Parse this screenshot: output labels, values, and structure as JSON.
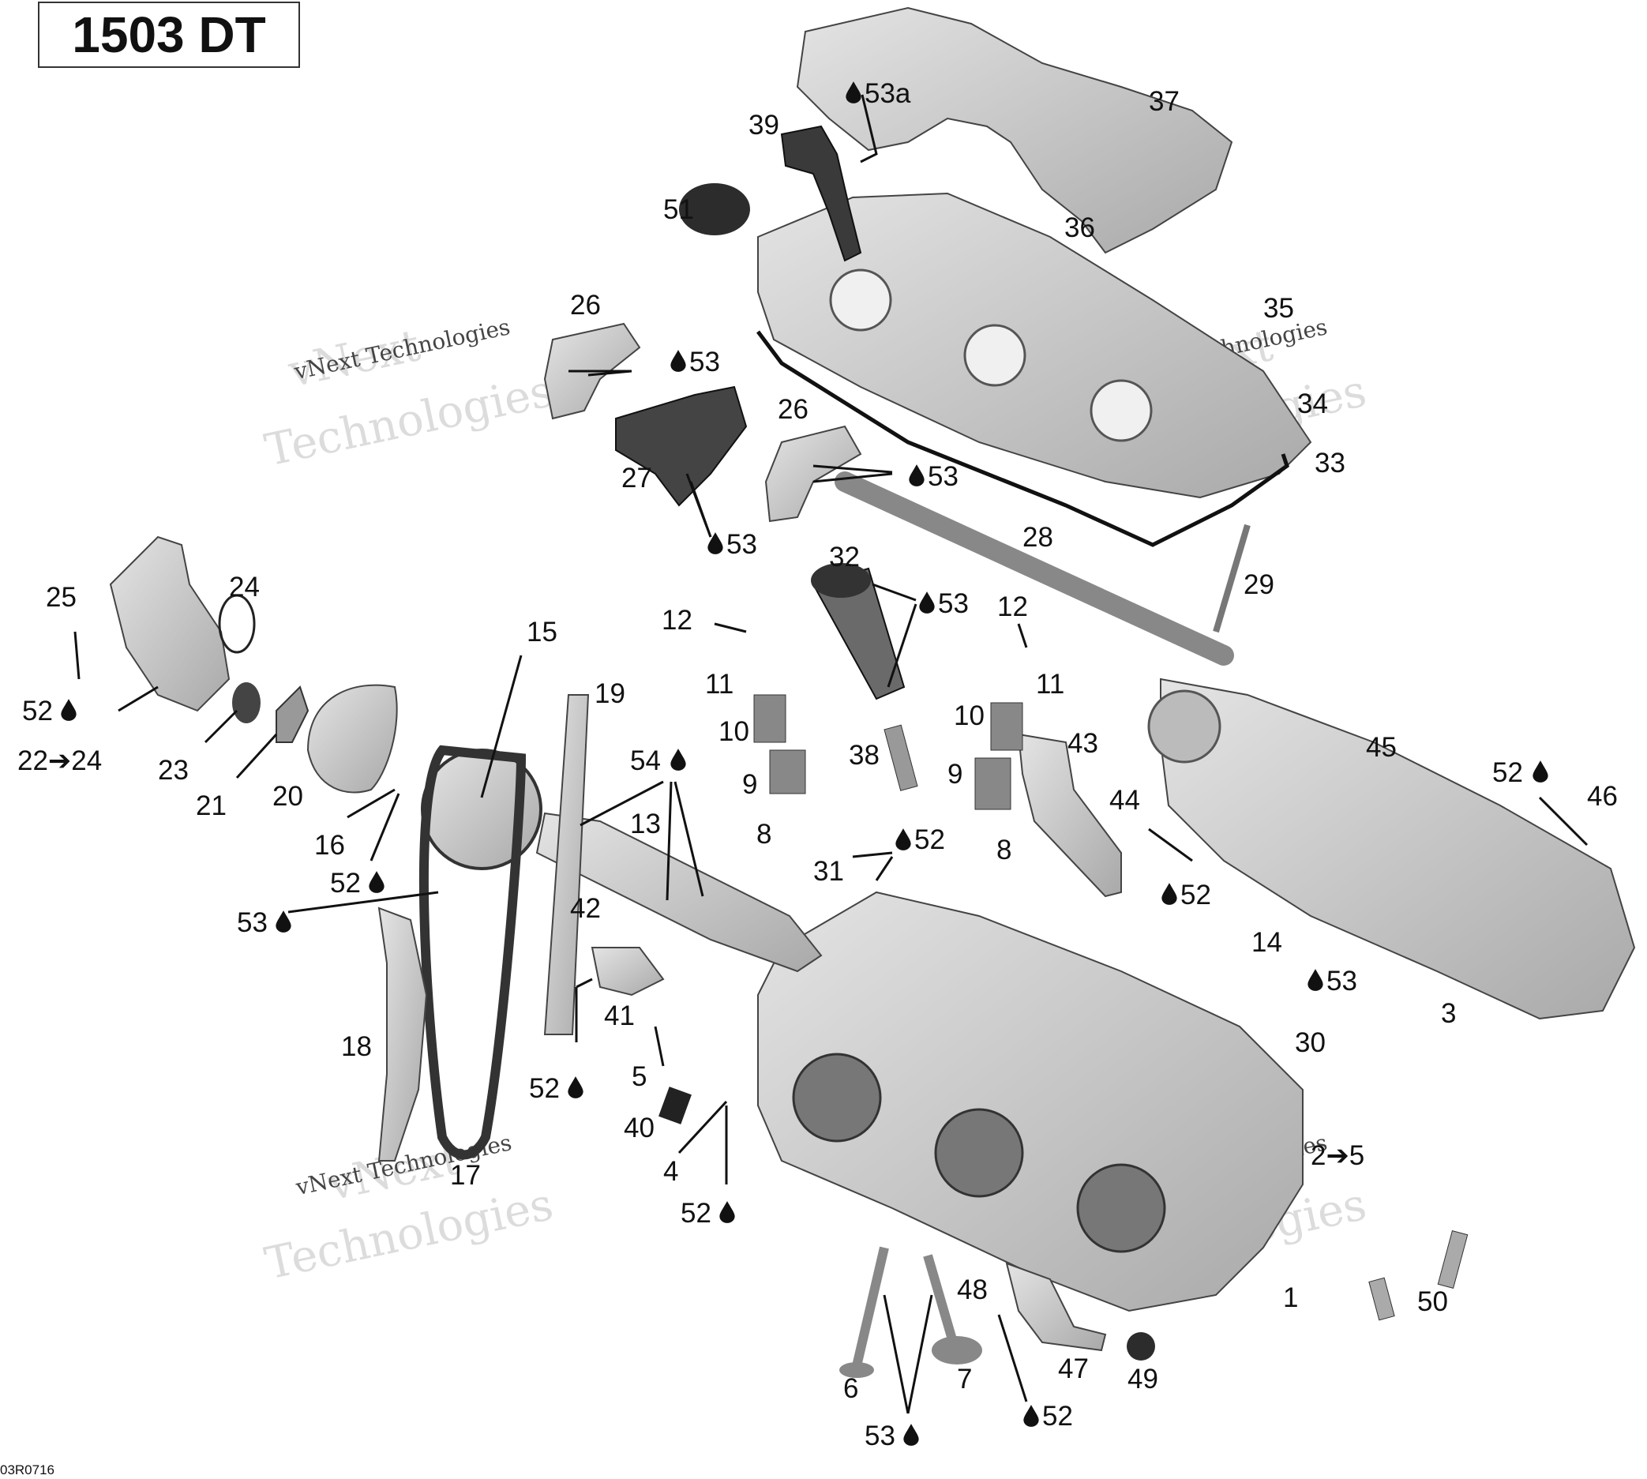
{
  "diagram": {
    "title": "1503 DT",
    "code": "03R0716",
    "watermarks": {
      "company_line": "vNext Technologies",
      "brand_top": "vNext",
      "brand_bottom": "Technologies"
    },
    "callouts": [
      "1",
      "2➔5",
      "3",
      "4",
      "5",
      "6",
      "7",
      "8",
      "8",
      "9",
      "9",
      "10",
      "10",
      "11",
      "11",
      "12",
      "12",
      "13",
      "14",
      "15",
      "16",
      "17",
      "18",
      "19",
      "20",
      "21",
      "22➔24",
      "23",
      "24",
      "25",
      "26",
      "26",
      "27",
      "28",
      "29",
      "30",
      "31",
      "32",
      "33",
      "34",
      "35",
      "36",
      "37",
      "38",
      "39",
      "40",
      "41",
      "42",
      "43",
      "44",
      "45",
      "46",
      "47",
      "48",
      "49",
      "50",
      "51",
      "52",
      "52",
      "52",
      "52",
      "52",
      "52",
      "52",
      "52",
      "52",
      "53",
      "53",
      "53",
      "53",
      "53",
      "53",
      "53",
      "53",
      "53a",
      "54"
    ],
    "colors": {
      "part_fill": "#c9c9c9",
      "part_dark": "#5a5a5a",
      "line": "#111111",
      "watermark": "#cccccc"
    },
    "icons": {
      "lubricant_drop": "drop-icon",
      "range_arrow": "arrow-icon"
    }
  }
}
